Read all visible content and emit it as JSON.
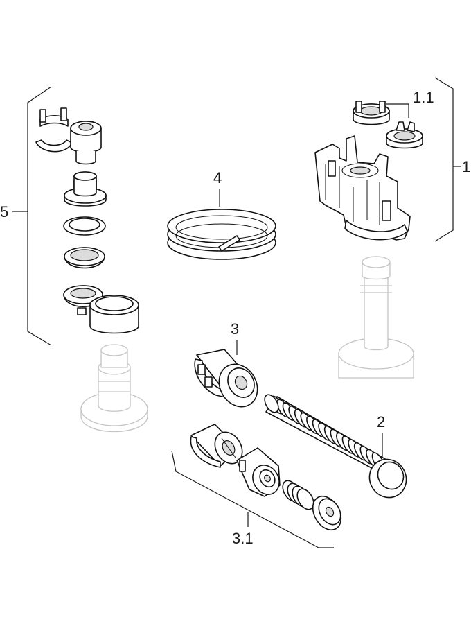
{
  "labels": {
    "item_1": "1",
    "item_1_1": "1.1",
    "item_2": "2",
    "item_3": "3",
    "item_3_1": "3.1",
    "item_4": "4",
    "item_5": "5"
  },
  "colors": {
    "line": "#1a1a1a",
    "ghost": "#c4c4c4",
    "background": "#ffffff"
  }
}
